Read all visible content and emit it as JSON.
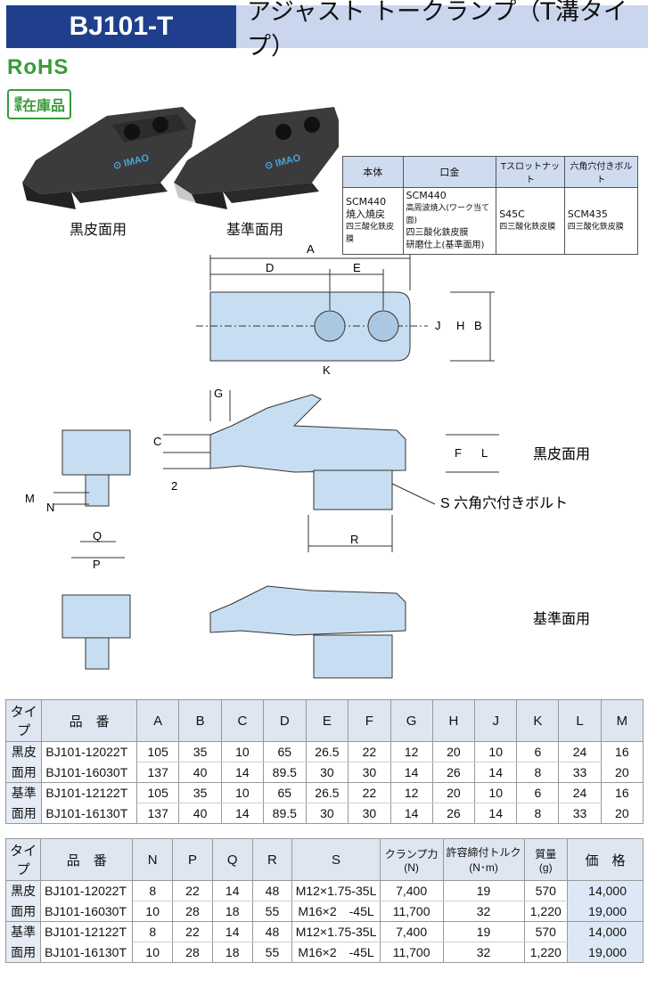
{
  "title": {
    "code": "BJ101-T",
    "name": "アジャスト トークランプ（T溝タイプ）"
  },
  "badges": {
    "rohs": "RoHS",
    "stock_prefix": "標準",
    "stock": "在庫品"
  },
  "products": {
    "rough_label": "黒皮面用",
    "standard_label": "基準面用",
    "logo": "IMAO"
  },
  "materials": {
    "headers": [
      "本体",
      "口金",
      "Tスロットナット",
      "六角穴付きボルト"
    ],
    "body": [
      "SCM440",
      "焼入焼戻",
      "四三酸化鉄皮膜"
    ],
    "jaw": [
      "SCM440",
      "高周波焼入(ワーク当て面)",
      "四三酸化鉄皮膜",
      "研磨仕上(基準面用)"
    ],
    "tslot_nut": [
      "S45C",
      "四三酸化鉄皮膜"
    ],
    "bolt": [
      "SCM435",
      "四三酸化鉄皮膜"
    ]
  },
  "drawing": {
    "dims": [
      "A",
      "D",
      "E",
      "J",
      "H",
      "B",
      "K",
      "G",
      "C",
      "F",
      "L",
      "M",
      "N",
      "Q",
      "P",
      "R",
      "2"
    ],
    "bolt_callout": "S  六角穴付きボルト",
    "rough_label": "黒皮面用",
    "standard_label": "基準面用"
  },
  "table1": {
    "headers": [
      "タイプ",
      "品　番",
      "A",
      "B",
      "C",
      "D",
      "E",
      "F",
      "G",
      "H",
      "J",
      "K",
      "L",
      "M"
    ],
    "groups": [
      {
        "type": [
          "黒皮",
          "面用"
        ],
        "rows": [
          [
            "BJ101-12022T",
            "105",
            "35",
            "10",
            "65",
            "26.5",
            "22",
            "12",
            "20",
            "10",
            "6",
            "24",
            "16"
          ],
          [
            "BJ101-16030T",
            "137",
            "40",
            "14",
            "89.5",
            "30",
            "30",
            "14",
            "26",
            "14",
            "8",
            "33",
            "20"
          ]
        ]
      },
      {
        "type": [
          "基準",
          "面用"
        ],
        "rows": [
          [
            "BJ101-12122T",
            "105",
            "35",
            "10",
            "65",
            "26.5",
            "22",
            "12",
            "20",
            "10",
            "6",
            "24",
            "16"
          ],
          [
            "BJ101-16130T",
            "137",
            "40",
            "14",
            "89.5",
            "30",
            "30",
            "14",
            "26",
            "14",
            "8",
            "33",
            "20"
          ]
        ]
      }
    ]
  },
  "table2": {
    "headers": [
      "タイプ",
      "品　番",
      "N",
      "P",
      "Q",
      "R",
      "S",
      "クランプ力\n(N)",
      "許容締付トルク\n(N･m)",
      "質量\n(g)",
      "価　格"
    ],
    "groups": [
      {
        "type": [
          "黒皮",
          "面用"
        ],
        "rows": [
          [
            "BJ101-12022T",
            "8",
            "22",
            "14",
            "48",
            "M12×1.75-35L",
            "7,400",
            "19",
            "570",
            "14,000"
          ],
          [
            "BJ101-16030T",
            "10",
            "28",
            "18",
            "55",
            "M16×2　-45L",
            "11,700",
            "32",
            "1,220",
            "19,000"
          ]
        ]
      },
      {
        "type": [
          "基準",
          "面用"
        ],
        "rows": [
          [
            "BJ101-12122T",
            "8",
            "22",
            "14",
            "48",
            "M12×1.75-35L",
            "7,400",
            "19",
            "570",
            "14,000"
          ],
          [
            "BJ101-16130T",
            "10",
            "28",
            "18",
            "55",
            "M16×2　-45L",
            "11,700",
            "32",
            "1,220",
            "19,000"
          ]
        ]
      }
    ]
  }
}
